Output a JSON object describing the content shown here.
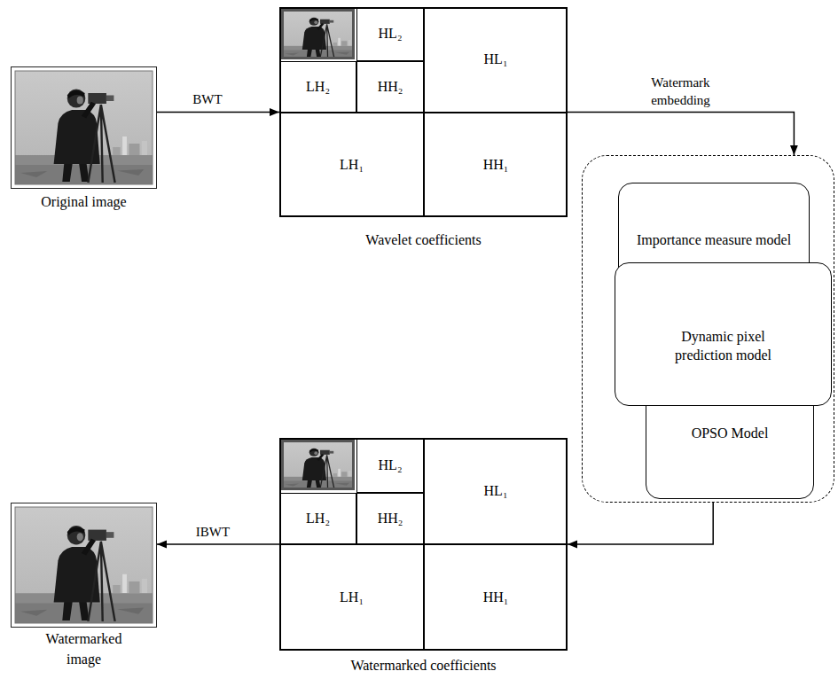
{
  "diagram": {
    "nodes": [
      {
        "text": [
          "Original image"
        ]
      },
      {
        "text": [
          "Wavelet coefficients"
        ]
      },
      {
        "text": [
          "HL₂"
        ],
        "in": 1
      },
      {
        "text": [
          "LH₂"
        ],
        "in": 1
      },
      {
        "text": [
          "HH₂"
        ],
        "in": 1
      },
      {
        "text": [
          "HL₁"
        ],
        "in": 1
      },
      {
        "text": [
          "LH₁"
        ],
        "in": 1
      },
      {
        "text": [
          "HH₁"
        ],
        "in": 1
      },
      {
        "text": []
      },
      {
        "text": [
          "Importance measure model"
        ],
        "in": 8
      },
      {
        "text": [
          "Dynamic pixel prediction model"
        ],
        "in": 8
      },
      {
        "text": [
          "OPSO Model"
        ],
        "in": 8
      },
      {
        "text": [
          "Watermarked coefficients"
        ]
      },
      {
        "text": [
          "HL₂"
        ],
        "in": 12
      },
      {
        "text": [
          "LH₂"
        ],
        "in": 12
      },
      {
        "text": [
          "HH₂"
        ],
        "in": 12
      },
      {
        "text": [
          "HL₁"
        ],
        "in": 12
      },
      {
        "text": [
          "LH₁"
        ],
        "in": 12
      },
      {
        "text": [
          "HH₁"
        ],
        "in": 12
      },
      {
        "text": [
          "Watermarked image"
        ]
      }
    ],
    "edges": [
      {
        "from": 0,
        "to": 1,
        "label": "BWT",
        "arrow": "to"
      },
      {
        "from": 1,
        "to": 8,
        "label": "Watermark embedding",
        "arrow": "to"
      },
      {
        "from": 8,
        "to": 12,
        "arrow": "to"
      },
      {
        "from": 12,
        "to": 19,
        "label": "IBWT",
        "arrow": "to"
      }
    ]
  }
}
